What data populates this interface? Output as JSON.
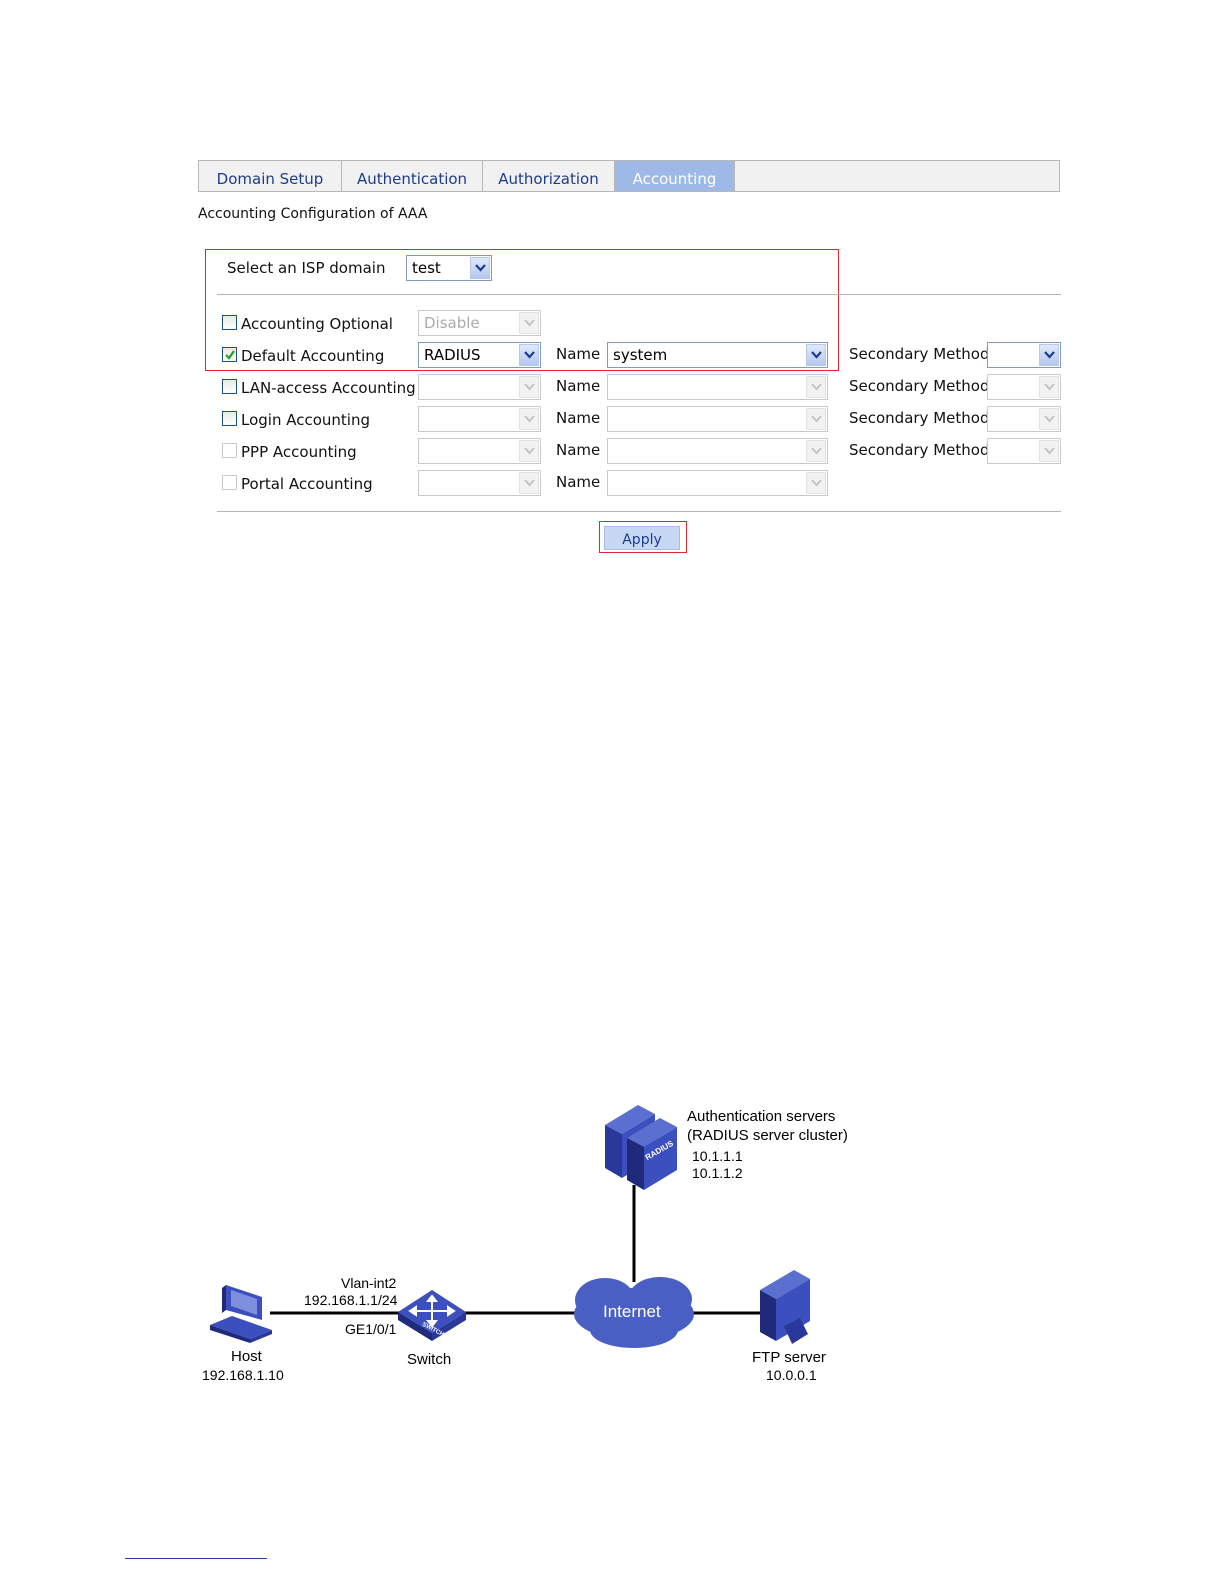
{
  "tabs": [
    {
      "label": "Domain Setup",
      "active": false
    },
    {
      "label": "Authentication",
      "active": false
    },
    {
      "label": "Authorization",
      "active": false
    },
    {
      "label": "Accounting",
      "active": true
    }
  ],
  "page_heading": "Accounting Configuration of AAA",
  "isp_domain": {
    "label": "Select an ISP domain",
    "value": "test"
  },
  "rows": [
    {
      "label": "Accounting Optional",
      "checked": false,
      "enabled": true,
      "method": "Disable",
      "method_enabled": false,
      "name_label": "",
      "name_value": "",
      "secondary_label": ""
    },
    {
      "label": "Default Accounting",
      "checked": true,
      "enabled": true,
      "method": "RADIUS",
      "method_enabled": true,
      "name_label": "Name",
      "name_value": "system",
      "secondary_label": "Secondary Method",
      "secondary_value": ""
    },
    {
      "label": "LAN-access Accounting",
      "checked": false,
      "enabled": true,
      "method": "",
      "method_enabled": false,
      "name_label": "Name",
      "name_value": "",
      "secondary_label": "Secondary Method",
      "secondary_value": ""
    },
    {
      "label": "Login Accounting",
      "checked": false,
      "enabled": true,
      "method": "",
      "method_enabled": false,
      "name_label": "Name",
      "name_value": "",
      "secondary_label": "Secondary Method",
      "secondary_value": ""
    },
    {
      "label": "PPP Accounting",
      "checked": false,
      "enabled": false,
      "method": "",
      "method_enabled": false,
      "name_label": "Name",
      "name_value": "",
      "secondary_label": "Secondary Method",
      "secondary_value": ""
    },
    {
      "label": "Portal Accounting",
      "checked": false,
      "enabled": false,
      "method": "",
      "method_enabled": false,
      "name_label": "Name",
      "name_value": "",
      "secondary_label": ""
    }
  ],
  "apply_label": "Apply",
  "diagram": {
    "auth_servers": {
      "title": "Authentication servers",
      "subtitle": "(RADIUS server cluster)",
      "ip1": "10.1.1.1",
      "ip2": "10.1.1.2",
      "badge": "RADIUS"
    },
    "host": {
      "label": "Host",
      "ip": "192.168.1.10"
    },
    "switch": {
      "label": "Switch",
      "vlan": "Vlan-int2",
      "vlan_ip": "192.168.1.1/24",
      "port": "GE1/0/1",
      "badge": "SWITCH"
    },
    "internet": {
      "label": "Internet"
    },
    "ftp": {
      "label": "FTP server",
      "ip": "10.0.0.1"
    }
  },
  "colors": {
    "tab_active": "#9fb9e7",
    "highlight": "#e0262e",
    "device": "#2b3a9a"
  }
}
